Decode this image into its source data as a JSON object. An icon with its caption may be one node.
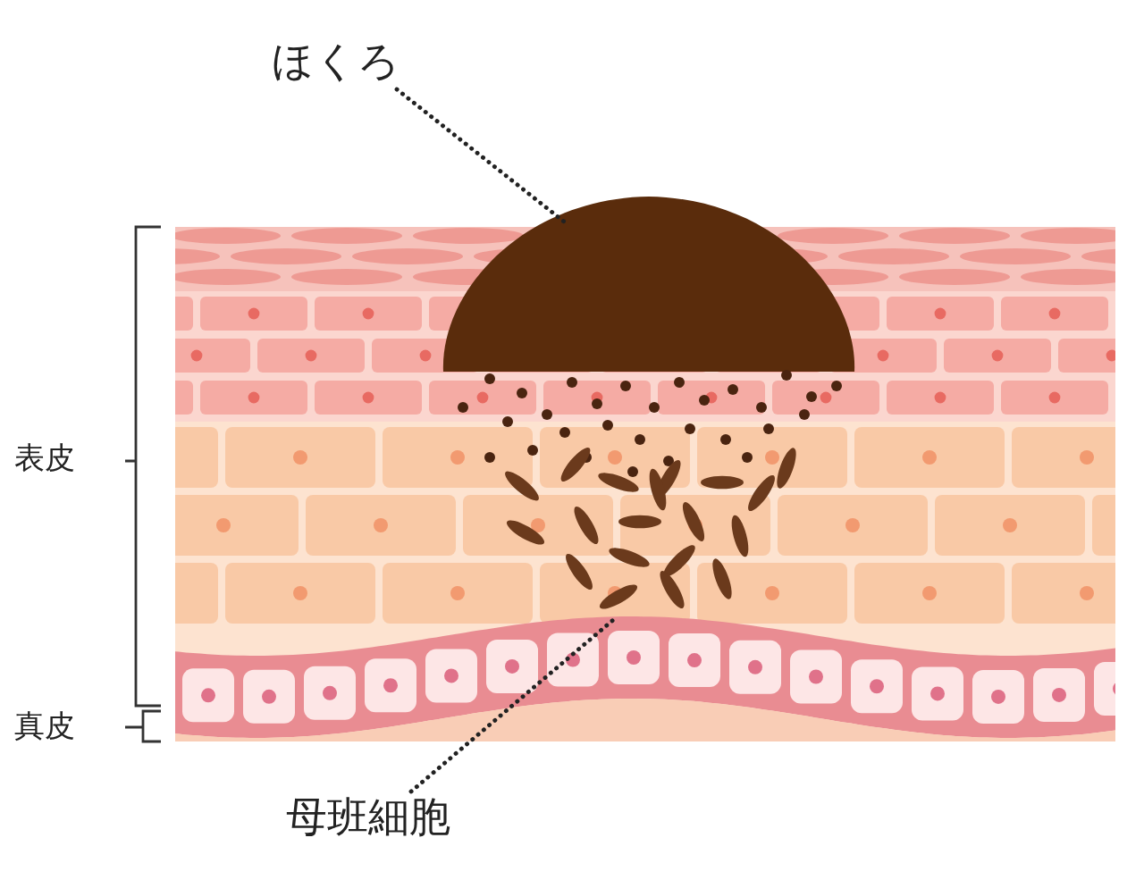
{
  "diagram": {
    "nodes": [
      {
        "text": [
          "ほくろ"
        ]
      },
      {
        "text": [],
        "shape": "picture"
      },
      {
        "text": [],
        "shape": "picture"
      },
      {
        "text": [
          "母班細胞"
        ]
      }
    ],
    "edges": [
      {
        "from": 0,
        "to": 1,
        "arrow": "none",
        "style": "dashed"
      },
      {
        "from": 3,
        "to": 2,
        "arrow": "none",
        "style": "dashed"
      }
    ],
    "labels": [
      "表皮",
      "真皮"
    ]
  }
}
